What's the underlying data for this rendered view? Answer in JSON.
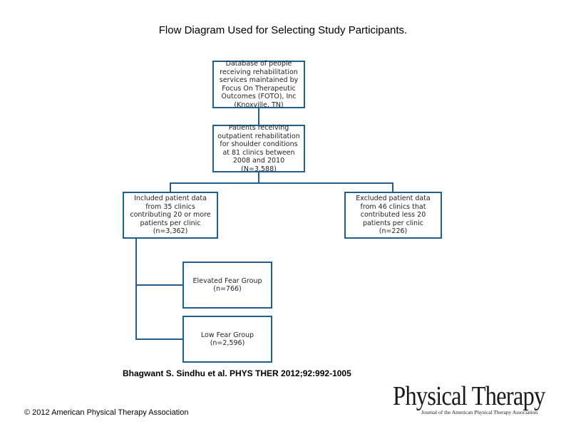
{
  "title": "Flow Diagram Used for Selecting Study Participants.",
  "diagram": {
    "database": "Database of people receiving rehabilitation services maintained by Focus On Therapeutic Outcomes (FOTO), Inc (Knoxville, TN)",
    "patients": "Patients receiving outpatient rehabilitation for shoulder conditions at 81 clinics between 2008 and 2010 (N=3,588)",
    "included": "Included patient data from 35 clinics contributing 20 or more patients per clinic (n=3,362)",
    "excluded": "Excluded patient data from 46 clinics that contributed less 20 patients per clinic (n=226)",
    "elevated_label": "Elevated Fear Group",
    "elevated_n": "(n=766)",
    "low_label": "Low Fear Group",
    "low_n": "(n=2,596)"
  },
  "citation": "Bhagwant S. Sindhu et al. PHYS THER 2012;92:992-1005",
  "copyright": "© 2012 American Physical Therapy Association",
  "logo": {
    "main": "Physical Therapy",
    "sub": "Journal of the American Physical Therapy Association"
  },
  "colors": {
    "box_border": "#1f5f8b"
  }
}
